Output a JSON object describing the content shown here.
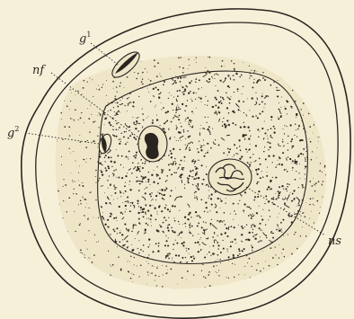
{
  "figure": {
    "labels": {
      "g1": {
        "base": "g",
        "sup": "1"
      },
      "nf": {
        "text": "nf"
      },
      "g2": {
        "base": "g",
        "sup": "2"
      },
      "ns": {
        "text": "ns"
      }
    }
  },
  "colors": {
    "paper": "#f6f0d9",
    "ink": "#2b2520"
  }
}
